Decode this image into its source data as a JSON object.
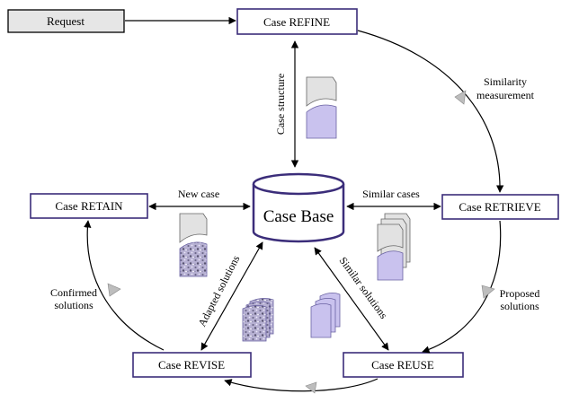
{
  "diagram": {
    "request": "Request",
    "refine": "Case REFINE",
    "retrieve": "Case RETRIEVE",
    "reuse": "Case REUSE",
    "revise": "Case REVISE",
    "retain": "Case RETAIN",
    "case_base": "Case Base",
    "case_structure": "Case structure",
    "similarity_1": "Similarity",
    "similarity_2": "measurement",
    "similar_cases": "Similar cases",
    "new_case": "New case",
    "proposed_1": "Proposed",
    "proposed_2": "solutions",
    "confirmed_1": "Confirmed",
    "confirmed_2": "solutions",
    "adapted_solutions": "Adapted solutions",
    "similar_solutions": "Similar solutions"
  },
  "colors": {
    "box_border": "#3b2d7a",
    "doc_purple": "#c9c2ee",
    "doc_gray": "#e2e2e2",
    "request_fill": "#e6e6e6"
  }
}
